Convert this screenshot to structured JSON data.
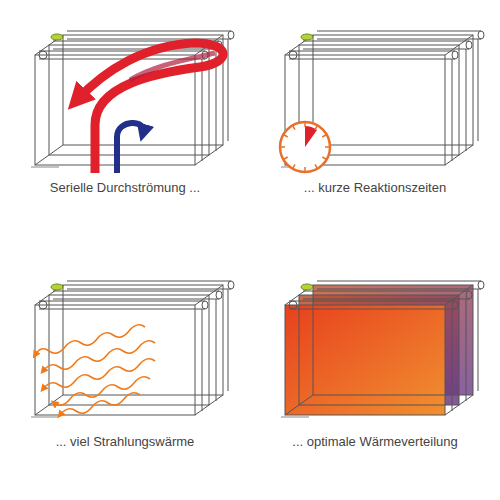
{
  "diagram": {
    "labels": [
      "Serielle Durchströmung ...",
      "... kurze Reaktionszeiten",
      "... viel Strahlungswärme",
      "... optimale Wärmeverteilung"
    ]
  }
}
